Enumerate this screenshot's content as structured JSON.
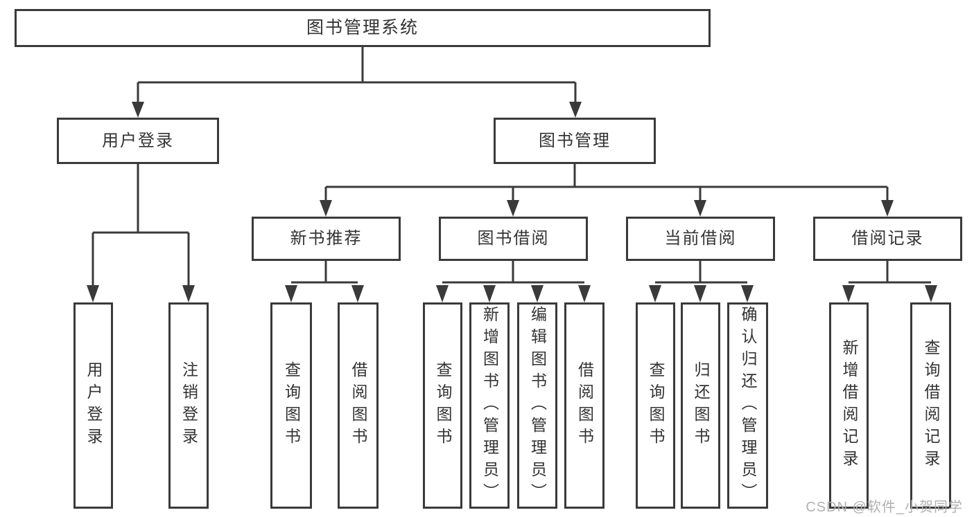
{
  "diagram_title": "图书管理系统",
  "nodes": {
    "root": "图书管理系统",
    "level2": {
      "user_login": "用户登录",
      "book_mgmt": "图书管理"
    },
    "level3": {
      "new_books": "新书推荐",
      "book_borrow": "图书借阅",
      "current_borrow": "当前借阅",
      "borrow_records": "借阅记录"
    },
    "leaves": {
      "user_login": [
        "用户登录",
        "注销登录"
      ],
      "new_books": [
        "查询图书",
        "借阅图书"
      ],
      "book_borrow": [
        "查询图书",
        "新增图书（管理员）",
        "编辑图书（管理员）",
        "借阅图书"
      ],
      "current_borrow": [
        "查询图书",
        "归还图书",
        "确认归还（管理员）"
      ],
      "borrow_records": [
        "新增借阅记录",
        "查询借阅记录"
      ]
    }
  },
  "watermark": "CSDN @软件_小贺同学",
  "colors": {
    "line": "#3a3a3a",
    "text": "#333333",
    "watermark": "#b0b0b0",
    "background": "#ffffff"
  }
}
